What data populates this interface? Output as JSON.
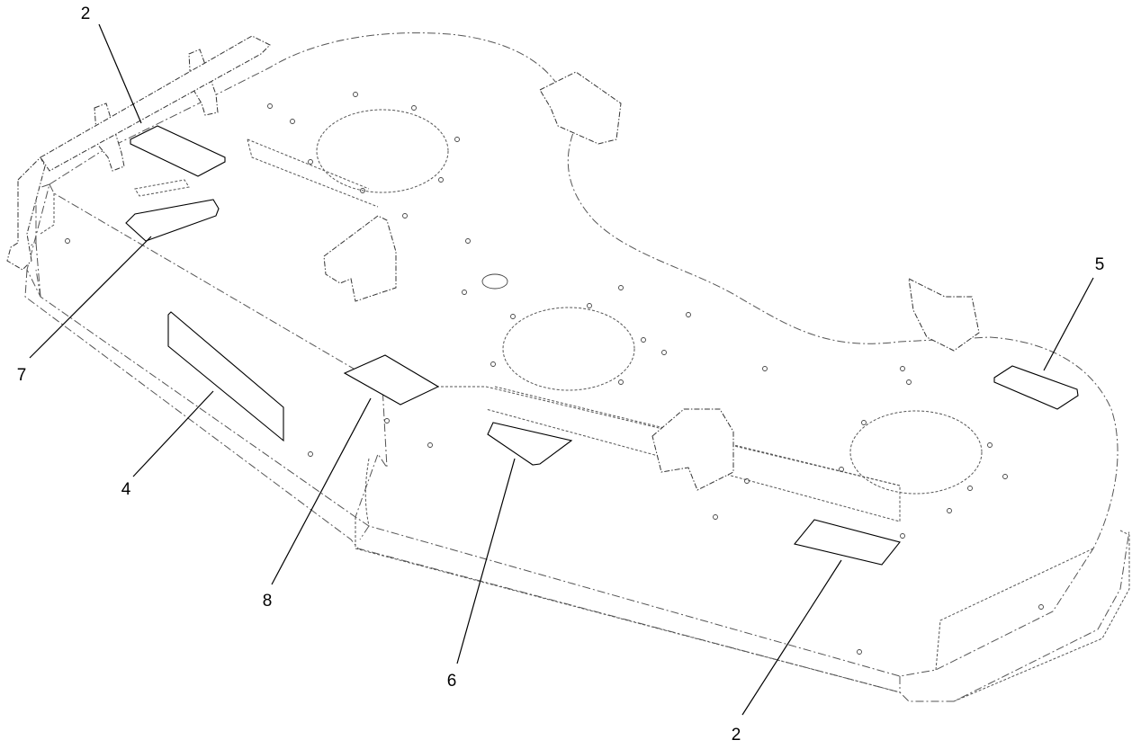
{
  "callouts": [
    {
      "label": "2"
    },
    {
      "label": "7"
    },
    {
      "label": "4"
    },
    {
      "label": "8"
    },
    {
      "label": "6"
    },
    {
      "label": "2"
    },
    {
      "label": "5"
    }
  ]
}
